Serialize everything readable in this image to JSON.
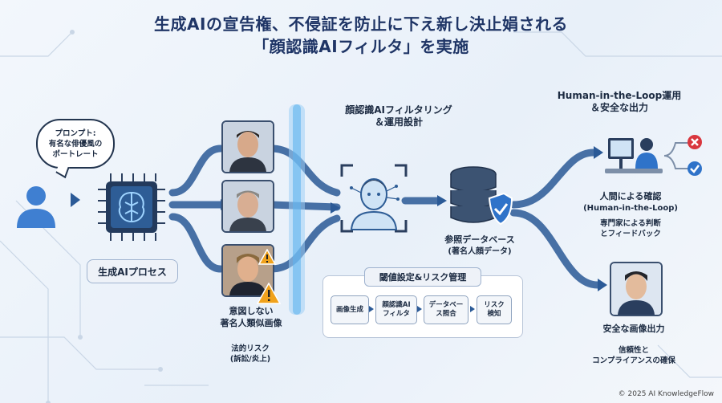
{
  "title": {
    "line1": "生成AIの宣告権、不侵証を防止に下え新し決止娟される",
    "line2": "「顔認識AIフィルタ」を実施"
  },
  "prompt_bubble": {
    "line1": "プロンプト:",
    "line2": "有名な俳優風の",
    "line3": "ポートレート"
  },
  "process_label": "生成AIプロセス",
  "risky_output": {
    "label_line1": "意図しない",
    "label_line2": "著名人類似画像",
    "risk_line1": "法的リスク",
    "risk_line2": "(訴訟/炎上)"
  },
  "filtering": {
    "heading_line1": "顔認識AIフィルタリング",
    "heading_line2": "＆運用設計"
  },
  "database": {
    "label_line1": "参照データベース",
    "label_line2": "(著名人顔データ)"
  },
  "threshold_panel": {
    "title": "閾値設定&リスク管理",
    "steps": [
      "画像生成",
      "顔認識AI\nフィルタ",
      "データベー\nス照合",
      "リスク\n検知"
    ]
  },
  "hitl": {
    "heading_line1": "Human-in-the-Loop運用",
    "heading_line2": "＆安全な出力",
    "review_line1": "人間による確認",
    "review_line2": "(Human-in-the-Loop)",
    "desc_line1": "専門家による判断",
    "desc_line2": "とフィードバック"
  },
  "safe_output": {
    "label": "安全な画像出力",
    "desc_line1": "信頼性と",
    "desc_line2": "コンプライアンスの確保"
  },
  "copyright": "© 2025 AI KnowledgeFlow",
  "colors": {
    "navy": "#1f3566",
    "arrow": "#2b5a97",
    "danger": "#d9363e",
    "ok": "#2f73c9",
    "warn": "#f0a21c"
  }
}
